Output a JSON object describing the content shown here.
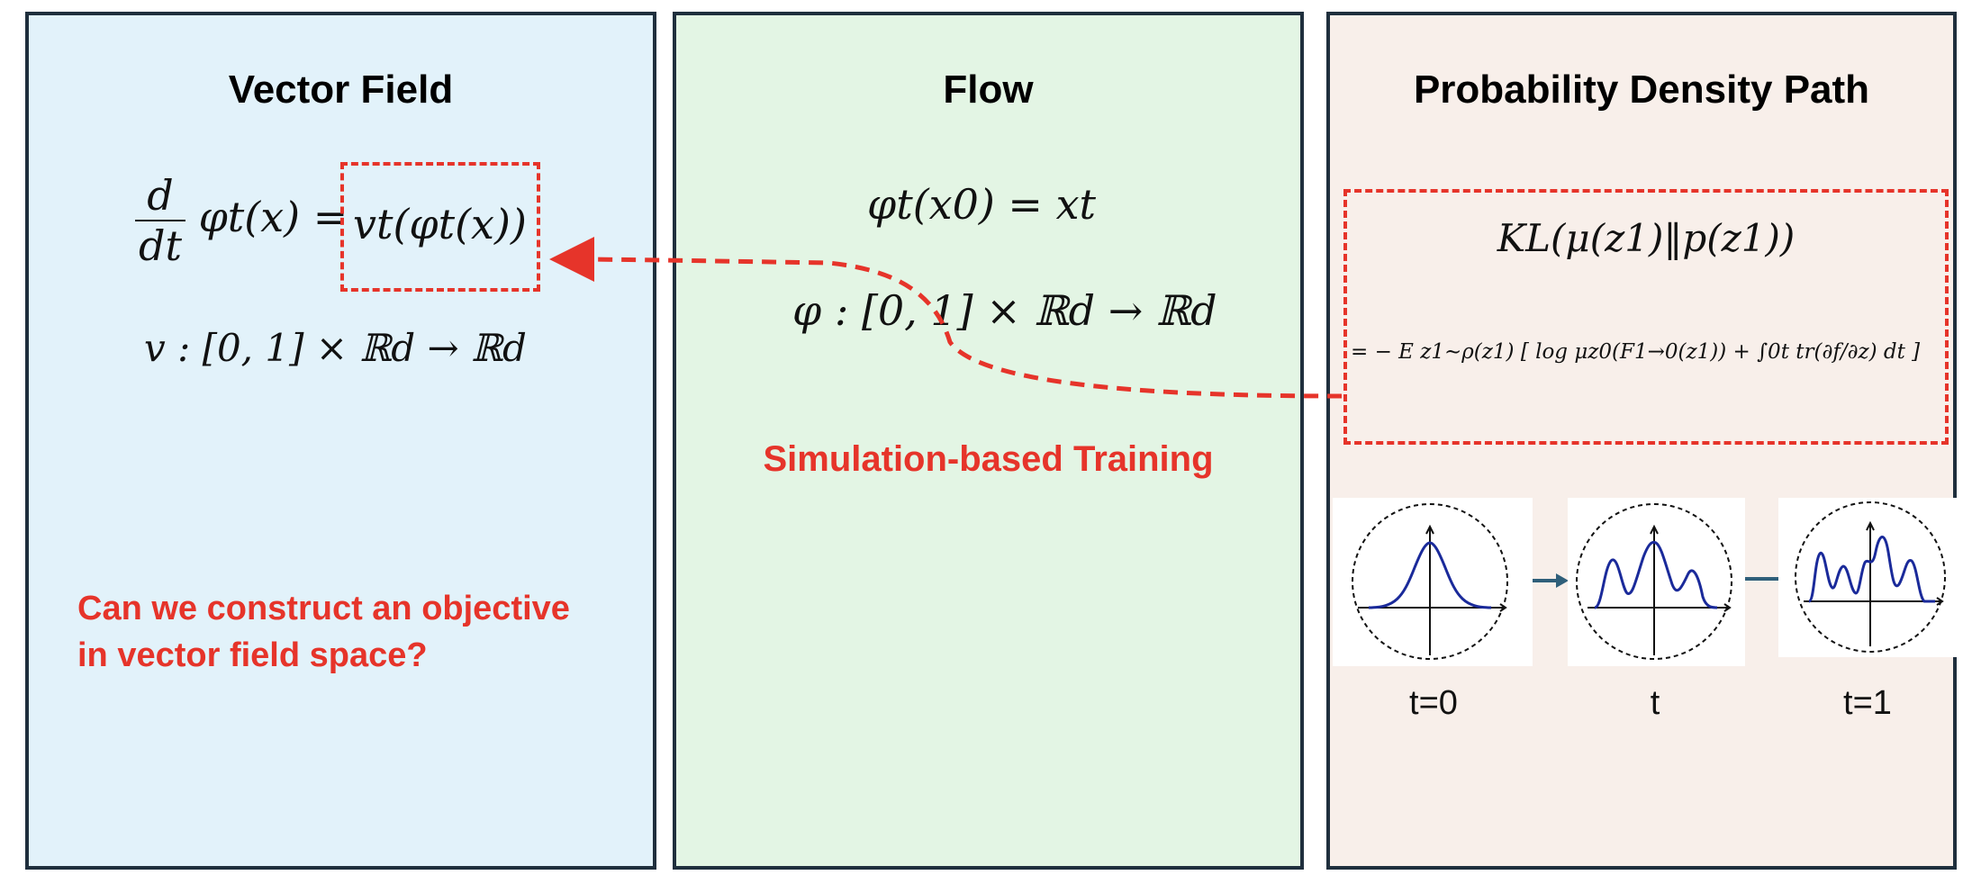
{
  "panels": {
    "vector_field": {
      "title": "Vector Field",
      "eq1_lhs_num": "d",
      "eq1_lhs_den": "dt",
      "eq1_lhs_rest": "φt(x) =",
      "eq1_rhs": "vt(φt(x))",
      "eq2": "v : [0, 1] × ℝd → ℝd",
      "question_line1": "Can we construct an objective",
      "question_line2": "in vector field space?"
    },
    "flow": {
      "title": "Flow",
      "eq1": "φt(x0) = xt",
      "eq2": "φ : [0, 1] × ℝd → ℝd",
      "training_label": "Simulation-based Training"
    },
    "probability_density_path": {
      "title": "Probability Density Path",
      "kl": "KL(μ(z1)‖p(z1))",
      "expansion": "= − E z1∼ρ(z1) [ log μz0(F1→0(z1)) + ∫0t tr(∂f/∂z) dt ]",
      "time_labels": [
        "t=0",
        "t",
        "t=1"
      ]
    }
  },
  "colors": {
    "accent_red": "#e6342a",
    "panel1_bg": "#e2f2fa",
    "panel2_bg": "#e3f5e4",
    "panel3_bg": "#f8efea",
    "curve_blue": "#1a2a9a",
    "arrow_teal": "#2f5f7a"
  }
}
